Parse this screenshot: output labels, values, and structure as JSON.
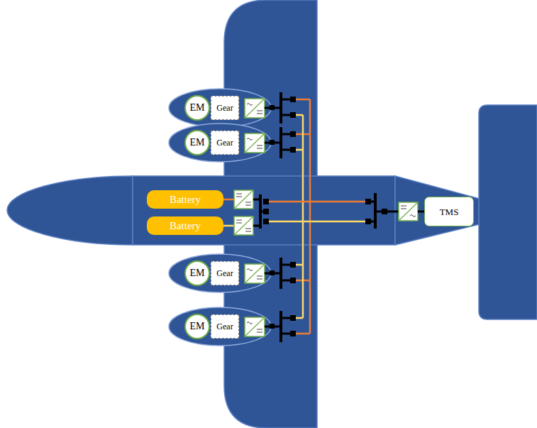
{
  "diagram": {
    "nodes": [
      {
        "text": [
          "EM"
        ]
      },
      {
        "text": [
          "Gear"
        ]
      },
      {
        "text": [
          "EM"
        ]
      },
      {
        "text": [
          "Gear"
        ]
      },
      {
        "text": [
          "Battery"
        ]
      },
      {
        "text": [
          "Battery"
        ]
      },
      {
        "text": [
          "TMS"
        ]
      },
      {
        "text": [
          "EM"
        ]
      },
      {
        "text": [
          "Gear"
        ]
      },
      {
        "text": [
          "EM"
        ]
      },
      {
        "text": [
          "Gear"
        ]
      }
    ]
  }
}
